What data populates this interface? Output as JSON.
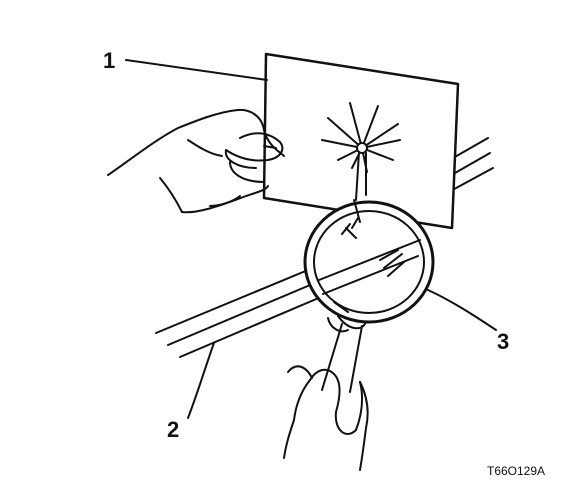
{
  "callouts": {
    "item_1": "1",
    "item_2": "2",
    "item_3": "3"
  },
  "figure_id": "T66O129A",
  "colors": {
    "ink": "#111111",
    "paper": "#ffffff"
  }
}
